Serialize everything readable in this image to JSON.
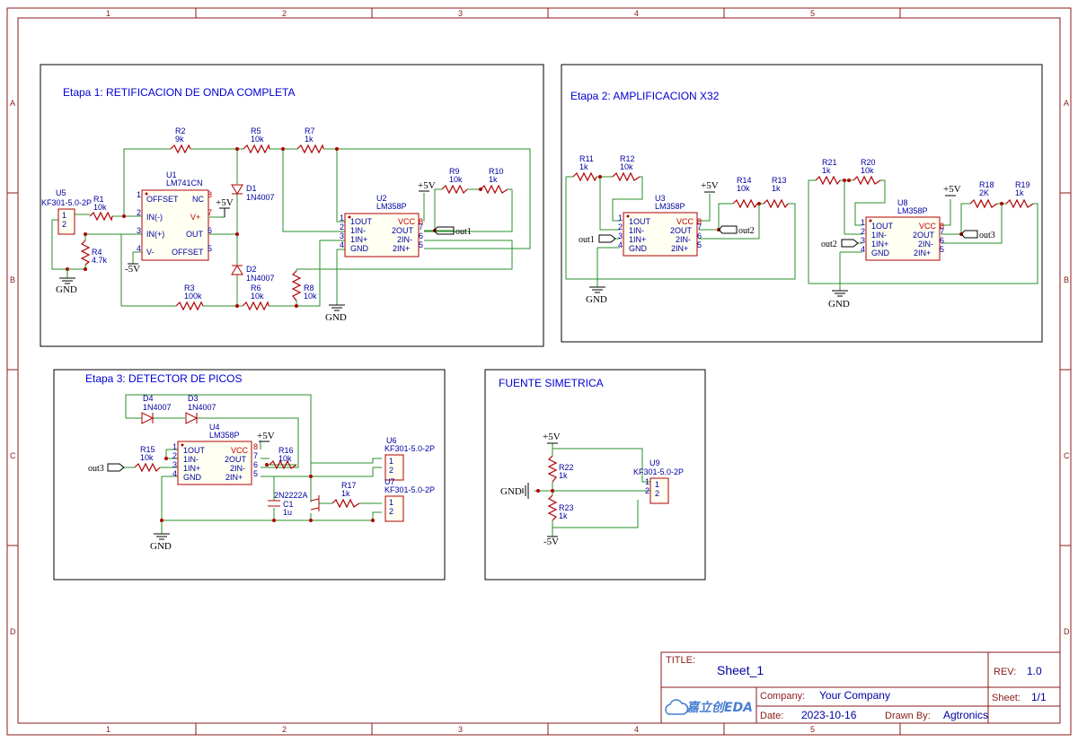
{
  "zones": {
    "columns": [
      "1",
      "2",
      "3",
      "4",
      "5"
    ],
    "rows": [
      "A",
      "B",
      "C",
      "D"
    ]
  },
  "blocks": {
    "b1": "Etapa 1: RETIFICACION DE ONDA COMPLETA",
    "b2": "Etapa 2: AMPLIFICACION X32",
    "b3": "Etapa 3: DETECTOR DE PICOS",
    "b4": "FUENTE SIMETRICA"
  },
  "components": {
    "U5": {
      "ref": "U5",
      "value": "KF301-5.0-2P"
    },
    "U6": {
      "ref": "U6",
      "value": "KF301-5.0-2P"
    },
    "U7": {
      "ref": "U7",
      "value": "KF301-5.0-2P"
    },
    "U9": {
      "ref": "U9",
      "value": "KF301-5.0-2P"
    },
    "U1": {
      "ref": "U1",
      "value": "LM741CN",
      "pins": {
        "offset": "OFFSET",
        "nc": "NC",
        "inm": "IN(-)",
        "vp": "V+",
        "inp": "IN(+)",
        "out": "OUT",
        "vm": "V-",
        "offset2": "OFFSET"
      }
    },
    "U2": {
      "ref": "U2",
      "value": "LM358P"
    },
    "U3": {
      "ref": "U3",
      "value": "LM358P"
    },
    "U8": {
      "ref": "U8",
      "value": "LM358P"
    },
    "U4": {
      "ref": "U4",
      "value": "LM358P"
    },
    "lm358_pins": {
      "p1": "1OUT",
      "p2": "1IN-",
      "p3": "1IN+",
      "p4": "GND",
      "p8": "VCC",
      "p7": "2OUT",
      "p6": "2IN-",
      "p5": "2IN+"
    },
    "R1": {
      "ref": "R1",
      "value": "10k"
    },
    "R2": {
      "ref": "R2",
      "value": "9k"
    },
    "R3": {
      "ref": "R3",
      "value": "100k"
    },
    "R4": {
      "ref": "R4",
      "value": "4.7k"
    },
    "R5": {
      "ref": "R5",
      "value": "10k"
    },
    "R6": {
      "ref": "R6",
      "value": "10k"
    },
    "R7": {
      "ref": "R7",
      "value": "1k"
    },
    "R8": {
      "ref": "R8",
      "value": "10k"
    },
    "R9": {
      "ref": "R9",
      "value": "10k"
    },
    "R10": {
      "ref": "R10",
      "value": "1k"
    },
    "R11": {
      "ref": "R11",
      "value": "1k"
    },
    "R12": {
      "ref": "R12",
      "value": "10k"
    },
    "R13": {
      "ref": "R13",
      "value": "1k"
    },
    "R14": {
      "ref": "R14",
      "value": "10k"
    },
    "R15": {
      "ref": "R15",
      "value": "10k"
    },
    "R16": {
      "ref": "R16",
      "value": "10k"
    },
    "R17": {
      "ref": "R17",
      "value": "1k"
    },
    "R18": {
      "ref": "R18",
      "value": "2K"
    },
    "R19": {
      "ref": "R19",
      "value": "1k"
    },
    "R20": {
      "ref": "R20",
      "value": "10k"
    },
    "R21": {
      "ref": "R21",
      "value": "1k"
    },
    "R22": {
      "ref": "R22",
      "value": "1k"
    },
    "R23": {
      "ref": "R23",
      "value": "1k"
    },
    "D1": {
      "ref": "D1",
      "value": "1N4007"
    },
    "D2": {
      "ref": "D2",
      "value": "1N4007"
    },
    "D3": {
      "ref": "D3",
      "value": "1N4007"
    },
    "D4": {
      "ref": "D4",
      "value": "1N4007"
    },
    "Q1": {
      "value": "2N2222A"
    },
    "C1": {
      "ref": "C1",
      "value": "1u"
    }
  },
  "nets": {
    "gnd": "GND",
    "p5v": "+5V",
    "m5v": "-5V",
    "out1": "out1",
    "out2": "out2",
    "out3": "out3"
  },
  "title_block": {
    "title_label": "TITLE:",
    "title": "Sheet_1",
    "rev_label": "REV:",
    "rev": "1.0",
    "company_label": "Company:",
    "company": "Your Company",
    "sheet_label": "Sheet:",
    "sheet": "1/1",
    "date_label": "Date:",
    "date": "2023-10-16",
    "drawn_label": "Drawn By:",
    "drawn_by": "Agtronics",
    "logo_text": "嘉立创EDA"
  },
  "colors": {
    "frame": "#8b1a1a",
    "wire": "#2a8f2a",
    "component": "#b00000",
    "text": "#0000a0",
    "block_title": "#0000d0"
  }
}
